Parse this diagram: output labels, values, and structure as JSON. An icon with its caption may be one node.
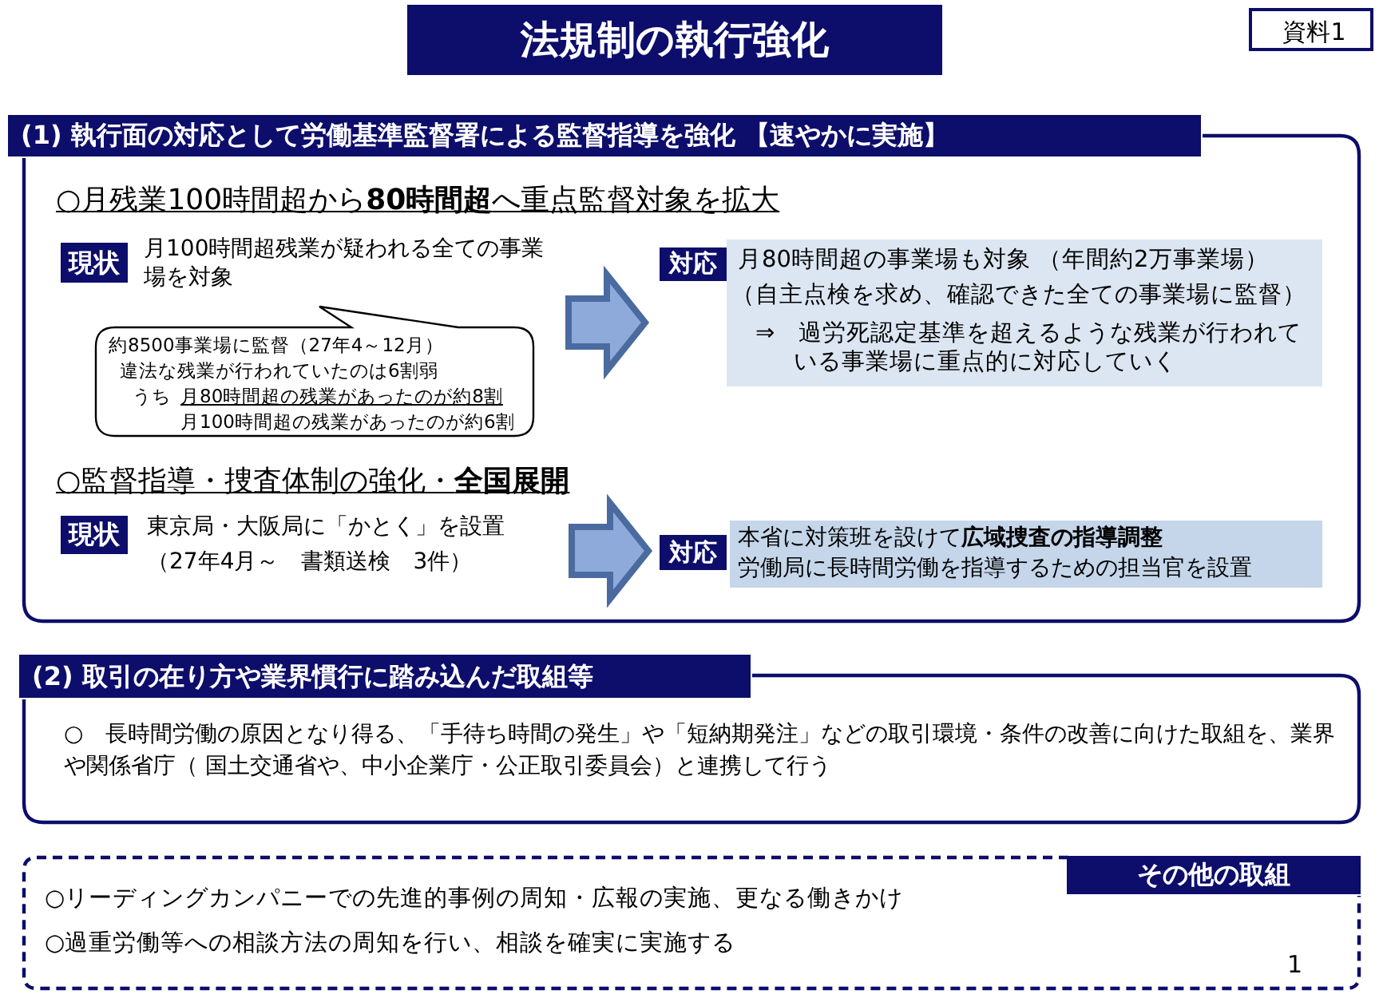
{
  "diagram": {
    "title": "法規制の執行強化",
    "nodes": [
      {
        "text": [
          "資料1"
        ]
      },
      {
        "text": [
          "(1) 執行面の対応として労働基準監督署による監督指導を強化 【速やかに実施】"
        ]
      },
      {
        "text": [
          "現状"
        ],
        "in": 1,
        "beside": [
          "月100時間超残業が疑われる全ての事業場を対象"
        ]
      },
      {
        "text": [
          "約8500事業場に監督（27年4～12月）",
          "違法な残業が行われていたのは6割弱",
          "うち",
          "月80時間超の残業があったのが約8割",
          "月100時間超の残業があったのが約6割"
        ],
        "in": 1
      },
      {
        "text": [
          "対応",
          "月80時間超の事業場も対象 （年間約2万事業場）",
          "（自主点検を求め、確認できた全ての事業場に監督）",
          "⇒　過労死認定基準を超えるような残業が行われている事業場に重点的に対応していく"
        ],
        "in": 1
      },
      {
        "text": [
          "現状"
        ],
        "in": 1,
        "beside": [
          "東京局・大阪局に「かとく」を設置",
          "（27年4月～　書類送検　3件）"
        ]
      },
      {
        "text": [
          "対応",
          "本省に対策班を設けて**広域捜査の指導調整**",
          "労働局に長時間労働を指導するための担当官を設置"
        ],
        "in": 1
      },
      {
        "text": [
          "(2) 取引の在り方や業界慣行に踏み込んだ取組等",
          "○　長時間労働の原因となり得る、「手待ち時間の発生」や「短納期発注」などの取引環境・条件の改善に向けた取組を、業界や関係省庁（ 国土交通省や、中小企業庁・公正取引委員会）と連携して行う"
        ]
      },
      {
        "text": [
          "その他の取組",
          "○リーディングカンパニーでの先進的事例の周知・広報の実施、更なる働きかけ",
          "○過重労働等への相談方法の周知を行い、相談を確実に実施する"
        ]
      }
    ],
    "edges": [
      {
        "from": 2,
        "to": 4,
        "arrow": "to",
        "style": "thick"
      },
      {
        "from": 5,
        "to": 6,
        "arrow": "to",
        "style": "thick"
      }
    ],
    "labels": [
      "○月残業100時間超から**80時間超**へ重点監督対象を拡大",
      "○監督指導・捜査体制の強化・**全国展開**",
      "1"
    ]
  }
}
